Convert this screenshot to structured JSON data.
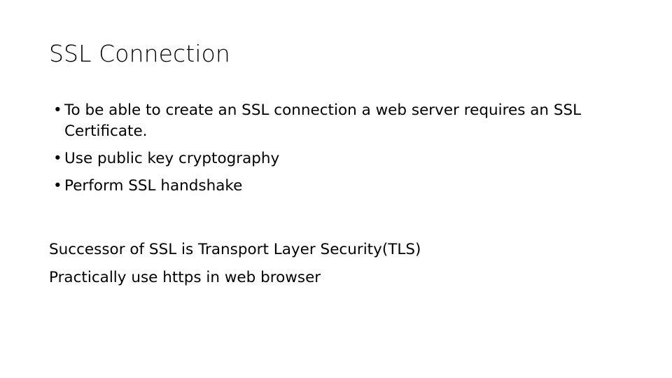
{
  "slide": {
    "title": "SSL Connection",
    "bullet_marker": "•",
    "bullets": [
      {
        "text": "To be able to create an SSL connection a web server requires an SSL Certificate."
      },
      {
        "text": "Use public key cryptography"
      },
      {
        "text": "Perform SSL handshake"
      }
    ],
    "paragraphs": [
      {
        "text": "Successor of SSL is Transport Layer Security(TLS)"
      },
      {
        "text": "Practically use https in web browser"
      }
    ],
    "colors": {
      "background": "#ffffff",
      "text": "#000000"
    }
  }
}
